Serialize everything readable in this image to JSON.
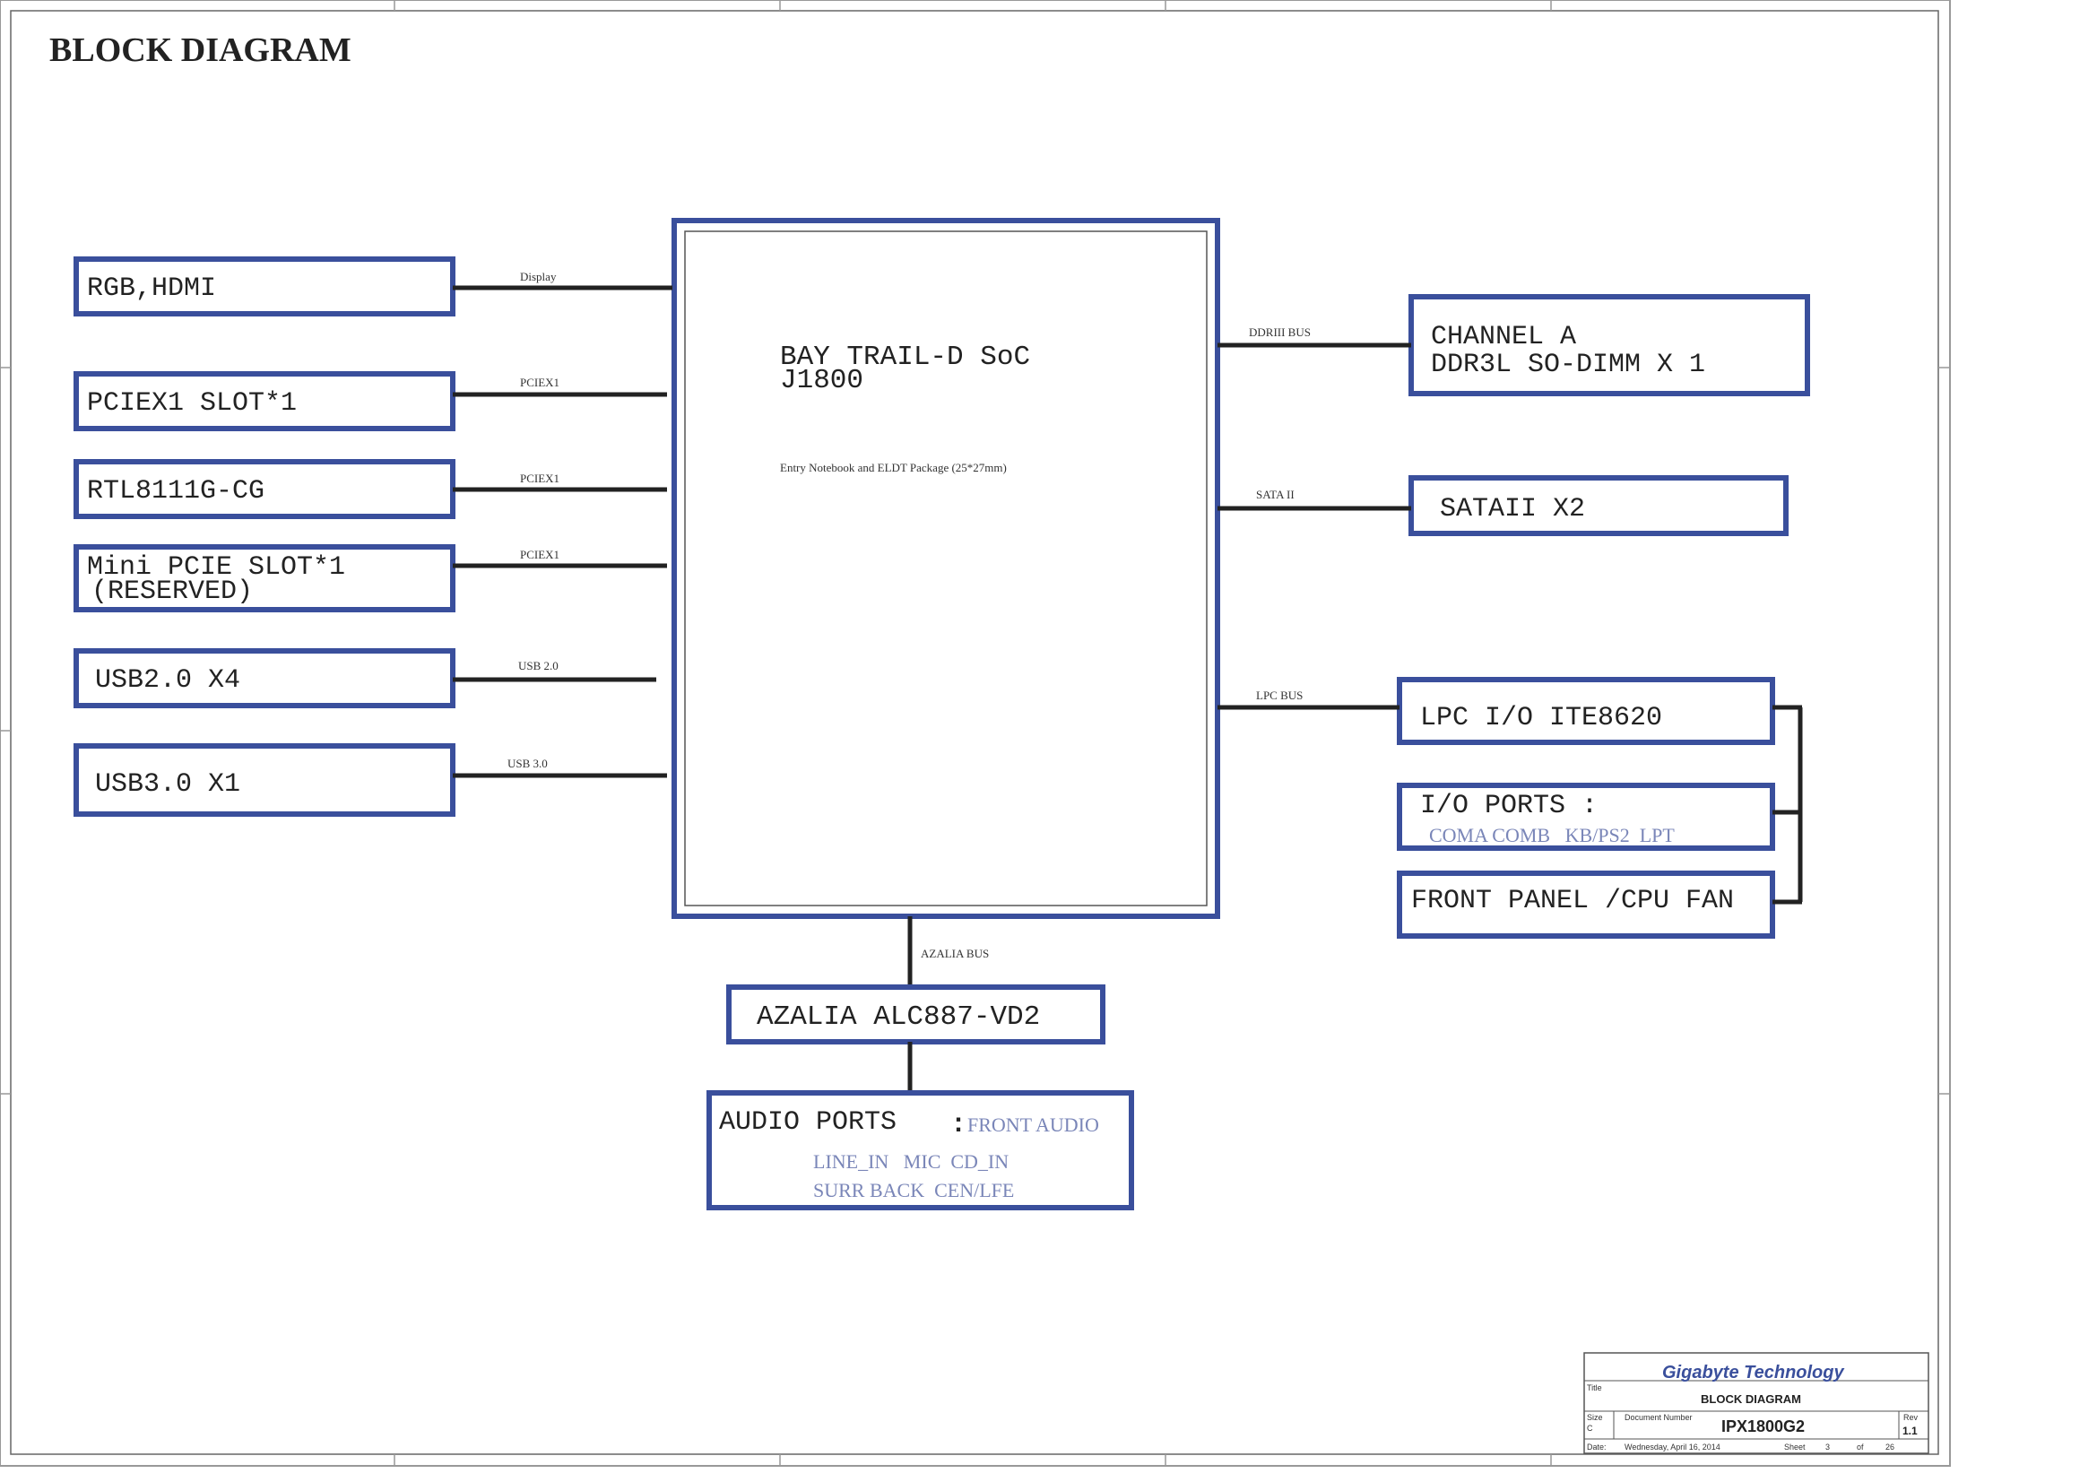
{
  "title": "BLOCK DIAGRAM",
  "soc": {
    "line1": "BAY TRAIL-D SoC",
    "line2": "J1800",
    "note": "Entry Notebook and ELDT  Package (25*27mm)"
  },
  "left_blocks": [
    {
      "lines": [
        "RGB,HDMI"
      ],
      "bus": "Display"
    },
    {
      "lines": [
        "PCIEX1 SLOT*1"
      ],
      "bus": "PCIEX1"
    },
    {
      "lines": [
        "RTL8111G-CG"
      ],
      "bus": "PCIEX1"
    },
    {
      "lines": [
        "Mini PCIE SLOT*1",
        "(RESERVED)"
      ],
      "bus": "PCIEX1"
    },
    {
      "lines": [
        "USB2.0 X4"
      ],
      "bus": "USB 2.0"
    },
    {
      "lines": [
        "USB3.0 X1"
      ],
      "bus": "USB 3.0"
    }
  ],
  "right_blocks": {
    "channel": {
      "lines": [
        "CHANNEL A",
        "DDR3L  SO-DIMM X 1"
      ],
      "bus": "DDRIII BUS"
    },
    "sata": {
      "lines": [
        "SATAII X2"
      ],
      "bus": "SATA II"
    },
    "lpc": {
      "lines": [
        "LPC I/O ITE8620"
      ],
      "bus": "LPC BUS"
    },
    "io_ports": {
      "label": "I/O PORTS :",
      "sub": "COMA COMB   KB/PS2  LPT"
    },
    "front_panel": {
      "label": "FRONT PANEL /CPU FAN"
    }
  },
  "bottom_blocks": {
    "azalia_bus": "AZALIA BUS",
    "azalia": "AZALIA ALC887-VD2",
    "audio_label": "AUDIO PORTS",
    "audio_colon": ":",
    "audio_front": "FRONT AUDIO",
    "audio_line2": "LINE_IN   MIC  CD_IN",
    "audio_line3": "SURR BACK  CEN/LFE"
  },
  "title_block": {
    "company": "Gigabyte Technology",
    "title_caption": "Title",
    "title": "BLOCK DIAGRAM",
    "size_caption": "Size",
    "size": "C",
    "docnum_caption": "Document Number",
    "docnum": "IPX1800G2",
    "rev_caption": "Rev",
    "rev": "1.1",
    "date_caption": "Date:",
    "date": "Wednesday, April 16, 2014",
    "sheet_caption": "Sheet",
    "sheet": "3",
    "of_caption": "of",
    "of": "26"
  },
  "colors": {
    "block_border": "#3a4f9c",
    "line": "#222222",
    "sub_text": "#7a86b8",
    "company": "#3a4f9c"
  }
}
